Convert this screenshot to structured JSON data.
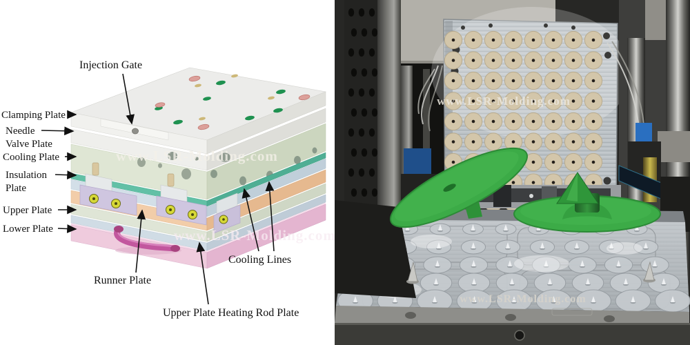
{
  "diagram": {
    "watermark": "www.LSR-Molding.com",
    "labels": {
      "injection_gate": "Injection Gate",
      "clamping_plate": "Clamping Plate",
      "needle_valve_line1": "Needle",
      "needle_valve_line2": "Valve Plate",
      "cooling_plate": "Cooling Plate",
      "insulation_line1": "Insulation",
      "insulation_line2": "Plate",
      "upper_plate": "Upper Plate",
      "lower_plate": "Lower Plate",
      "runner_plate": "Runner Plate",
      "cooling_lines": "Cooling Lines",
      "upper_plate_heating_rod_plate": "Upper Plate Heating Rod Plate"
    },
    "colors": {
      "label-text": "#111111",
      "clamping-plate": "#f1f1ee",
      "needle-valve-plate": "#efefec",
      "cooling-plate": "#dfe6d4",
      "insulation-plate": "#62c0a6",
      "heating-rod-plate": "#d3dfe8",
      "runner-plate": "#f2cda9",
      "upper-plate": "#dfe5d6",
      "upper-plate-2": "#d0dce5",
      "lower-plate": "#efcbdd",
      "handle-magenta": "#c2579e",
      "valve-yellow": "#d6d837"
    }
  },
  "photo": {
    "watermark_plate": "www.LSR-Molding.com",
    "watermark_bottom": "www.LSR-Molding.com",
    "top_mold": {
      "grid_cols": 8,
      "grid_rows": 9
    },
    "bottom_mold": {
      "grid_cols": 9,
      "grid_rows": 5
    },
    "colors": {
      "part-green": "#3cab47",
      "part-green-dark": "#2e9138",
      "cavity-tan": "#d3c6aa",
      "plate-metal": "#bcc2c6"
    }
  }
}
